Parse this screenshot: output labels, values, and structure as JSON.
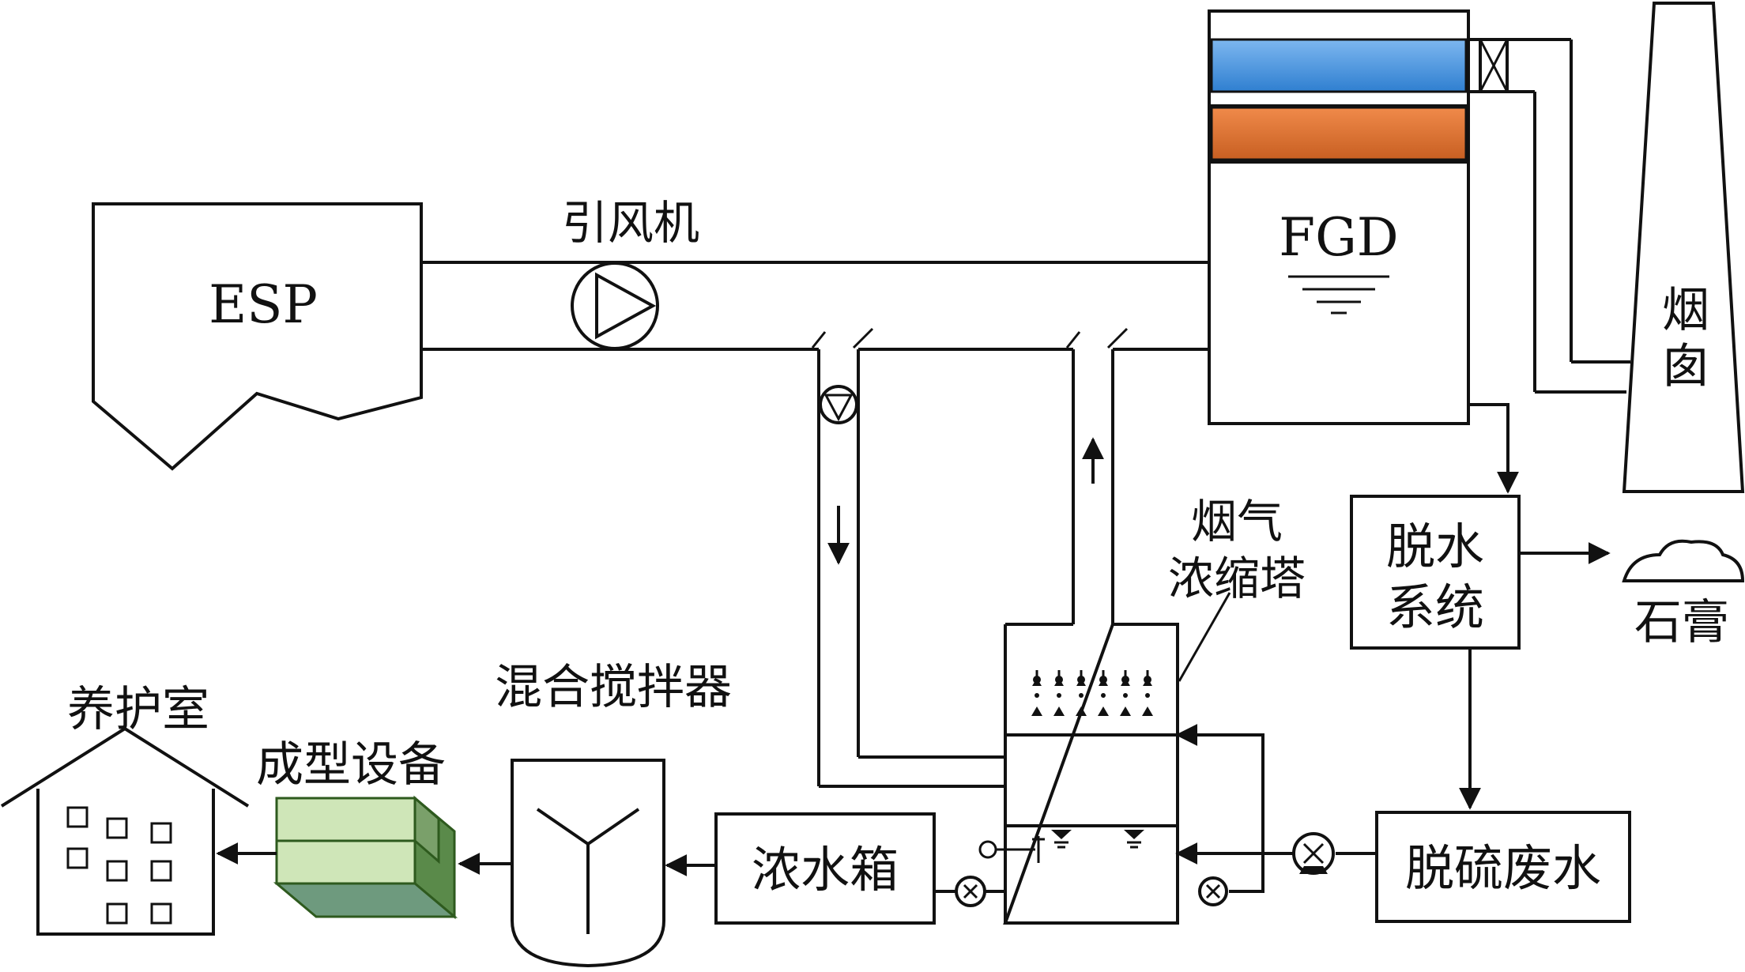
{
  "labels": {
    "esp": "ESP",
    "fan": "引风机",
    "fgd": "FGD",
    "chimney": "烟囱",
    "concentrator": [
      "烟气",
      "浓缩塔"
    ],
    "dewatering": [
      "脱水",
      "系统"
    ],
    "gypsum": "石膏",
    "wastewater": "脱硫废水",
    "brine_tank": "浓水箱",
    "mixer": "混合搅拌器",
    "forming": "成型设备",
    "curing": "养护室"
  },
  "colors": {
    "fgd_upper_layer": "#4a90d9",
    "fgd_lower_layer": "#e07a3e",
    "forming_block_light": "#cfe6b8",
    "forming_block_dark": "#6e9a7e",
    "forming_block_edge": "#2e5a1e"
  },
  "icons": {
    "fan": "fan-icon",
    "valve": "valve-icon",
    "pump": "pump-icon",
    "damper": "damper-icon",
    "gypsum_pile": "gypsum-pile-icon",
    "building": "building-icon"
  }
}
